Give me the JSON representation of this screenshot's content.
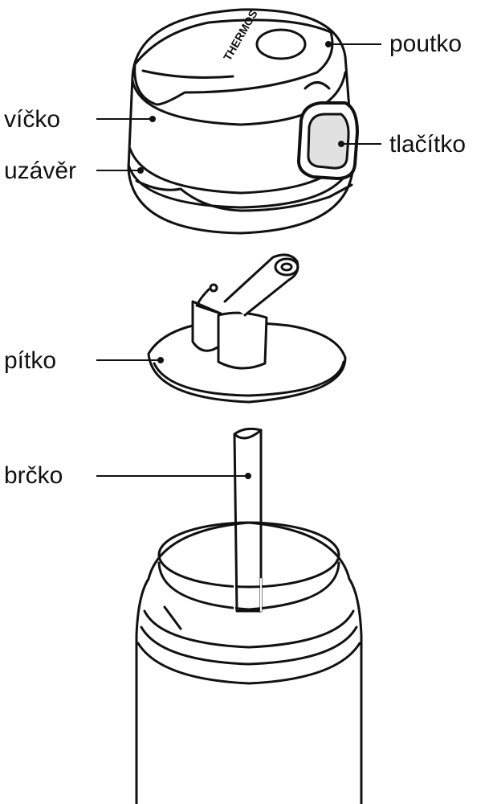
{
  "labels": {
    "strap": "poutko",
    "lid": "víčko",
    "button": "tlačítko",
    "cap": "uzávěr",
    "spout": "pítko",
    "straw": "brčko"
  },
  "logo": "THERMOS"
}
